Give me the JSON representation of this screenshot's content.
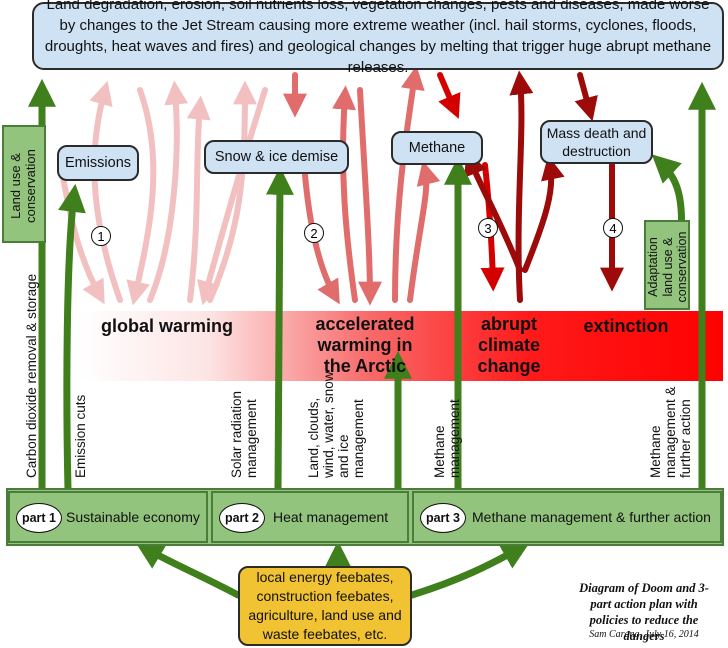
{
  "top_box": "Land degradation, erosion, soil nutrients loss, vegetation changes, pests and diseases, made worse by changes to the Jet Stream causing more extreme weather (incl. hail storms, cyclones, floods, droughts, heat waves and fires) and geological changes by melting that trigger huge abrupt methane releases.",
  "nodes": {
    "emissions": "Emissions",
    "snow_ice": "Snow & ice demise",
    "methane": "Methane",
    "mass_death": "Mass death and destruction"
  },
  "numbers": [
    "1",
    "2",
    "3",
    "4"
  ],
  "band": {
    "global_warming": "global warming",
    "arctic": "accelerated warming in the Arctic",
    "abrupt": "abrupt climate change",
    "extinction": "extinction"
  },
  "side_boxes": {
    "left": "Land use & conservation",
    "right": "Adaptation land use & conservation"
  },
  "vertical_labels": {
    "carbon_dioxide": "Carbon dioxide removal & storage",
    "emission_cuts": "Emission cuts",
    "solar": "Solar radiation management",
    "land_clouds": "Land, clouds, wind, water, snow and ice management",
    "methane_mgmt": "Methane management",
    "methane_further": "Methane management & further action"
  },
  "parts": [
    {
      "tag": "part 1",
      "label": "Sustainable economy"
    },
    {
      "tag": "part 2",
      "label": "Heat management"
    },
    {
      "tag": "part 3",
      "label": "Methane management & further action"
    }
  ],
  "feebates": "local energy feebates, construction feebates, agriculture, land use and waste feebates, etc.",
  "caption": {
    "title": "Diagram of Doom and 3-part action plan with policies to reduce the dangers",
    "credit": "Sam Carana, July 16, 2014"
  },
  "colors": {
    "green_arrow": "#3f7f1c",
    "pink_arrow": "#f2c0c0",
    "salmon_arrow": "#e06c6c",
    "red_arrow": "#d40000",
    "darkred_arrow": "#9c0a0a",
    "node_fill": "#cfe2f3",
    "part_fill": "#93c47d",
    "feebate_fill": "#f1c232"
  }
}
